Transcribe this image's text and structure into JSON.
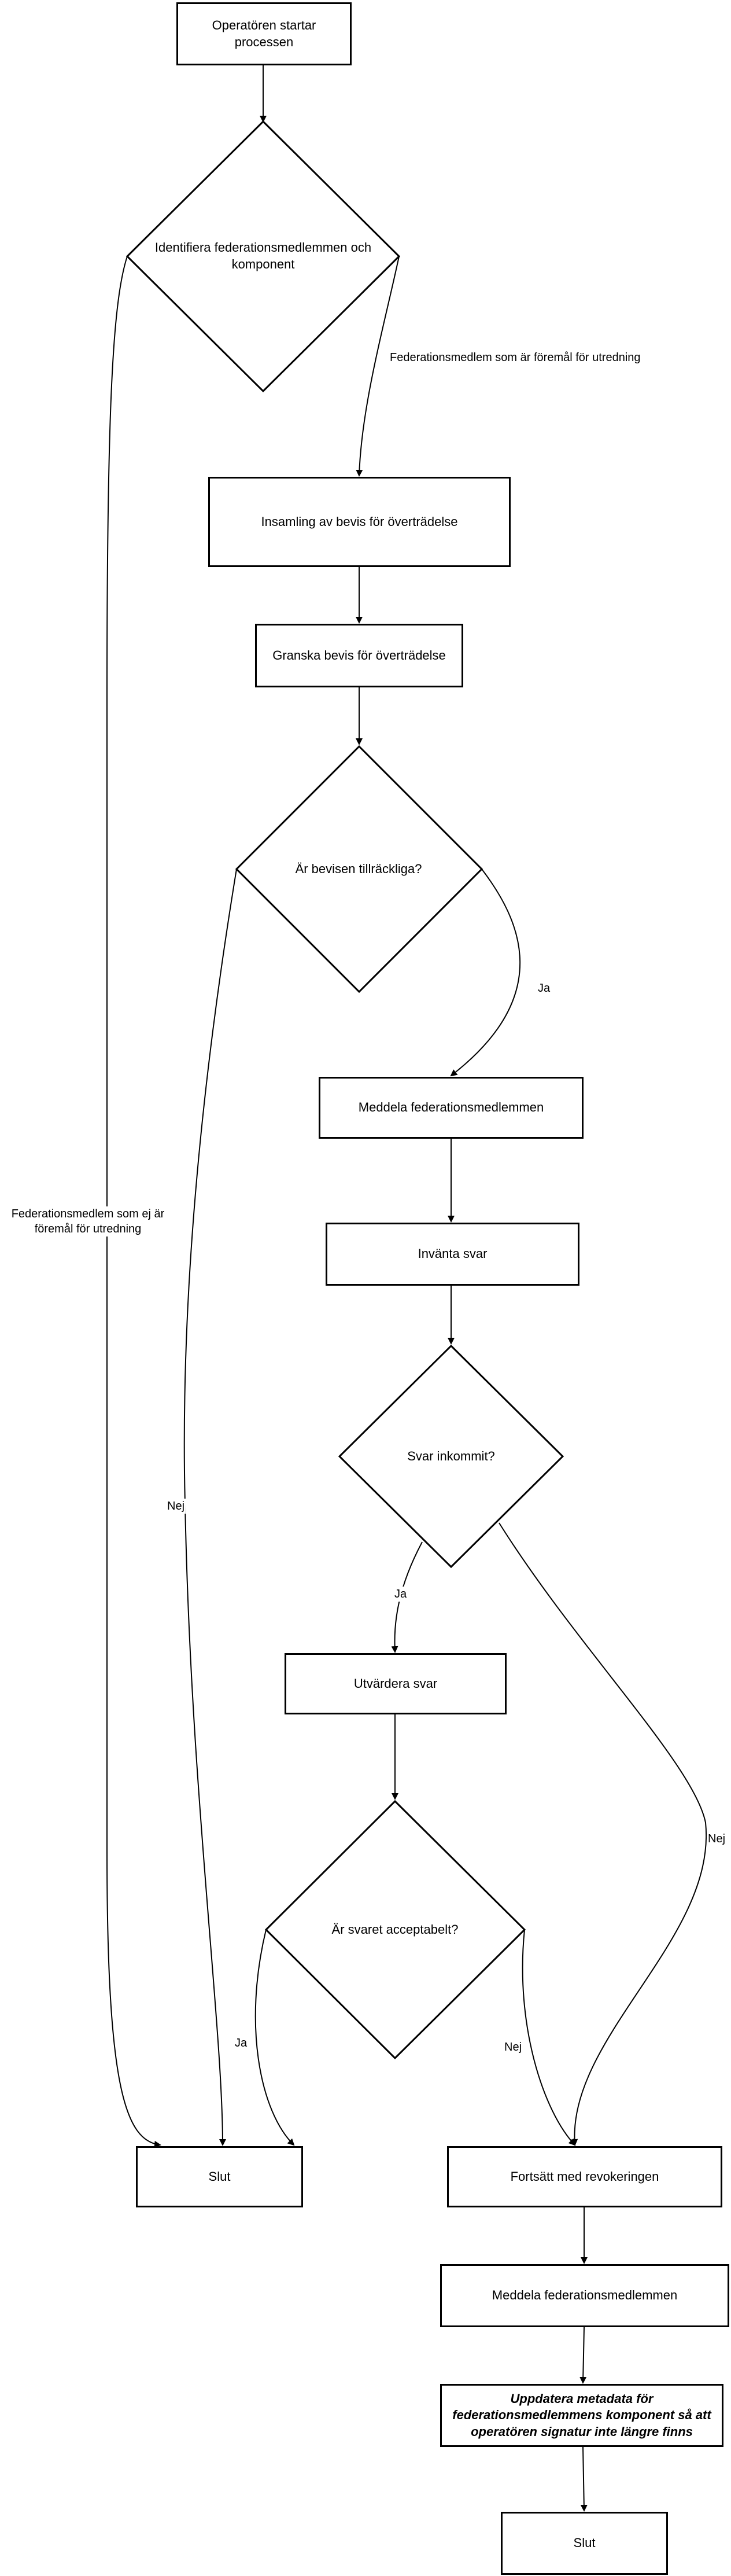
{
  "nodes": {
    "start": "Operatören startar processen",
    "identify": "Identifiera federationsmedlemmen och komponent",
    "collect": "Insamling av bevis för överträdelse",
    "review": "Granska bevis för överträdelse",
    "sufficient": "Är bevisen tillräckliga?",
    "notify1": "Meddela federationsmedlemmen",
    "await": "Invänta svar",
    "received": "Svar inkommit?",
    "evaluate": "Utvärdera svar",
    "acceptable": "Är svaret acceptabelt?",
    "end1": "Slut",
    "continue": "Fortsätt med revokeringen",
    "notify2": "Meddela federationsmedlemmen",
    "update": "Uppdatera metadata för federationsmedlemmens komponent så att operatören signatur inte längre finns",
    "end2": "Slut"
  },
  "edges": {
    "subject": "Federationsmedlem som är föremål för utredning",
    "not_subject": "Federationsmedlem som ej är föremål för utredning",
    "yes1": "Ja",
    "no1": "Nej",
    "yes2": "Ja",
    "no2": "Nej",
    "yes3": "Ja",
    "no3": "Nej"
  }
}
